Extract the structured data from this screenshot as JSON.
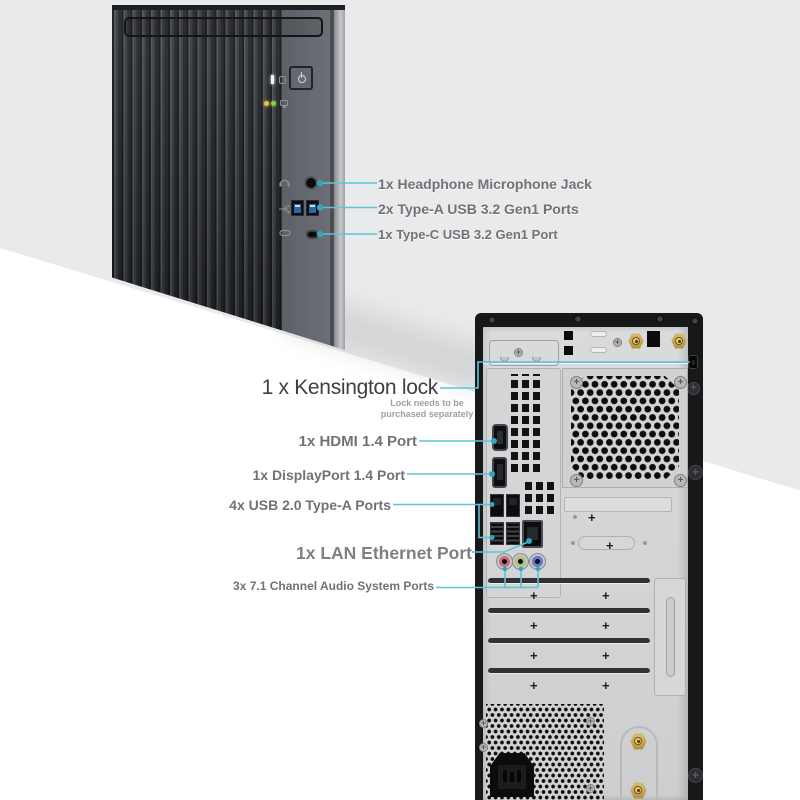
{
  "title": "Desktop tower front and rear ports diagram",
  "front_panel": {
    "annotations": {
      "headphone": "1x Headphone Microphone Jack",
      "usb_a": "2x Type-A USB 3.2 Gen1 Ports",
      "usb_c": "1x Type-C USB 3.2 Gen1 Port"
    }
  },
  "rear_panel": {
    "annotations": {
      "kensington": "1 x Kensington lock",
      "kensington_note": "Lock needs to be purchased separately",
      "hdmi": "1x HDMI 1.4 Port",
      "displayport": "1x DisplayPort 1.4 Port",
      "usb20": "4x USB 2.0 Type-A Ports",
      "lan": "1x LAN Ethernet Port",
      "audio": "3x 7.1 Channel Audio System Ports"
    }
  },
  "icons": {
    "power-icon": "circle with bar glyph",
    "headphone-icon": "headset arc glyph",
    "usb-icon": "usb trident glyph",
    "usb-c-icon": "oval pill glyph",
    "kensington-lock-slot-icon": "rounded slot",
    "network-led-icon": "monitor glyph",
    "hdd-led-icon": "drive glyph"
  },
  "colors": {
    "background": "#e9eaeb",
    "callout_line": "#5fc3d8",
    "callout_dot": "#2fa6c2",
    "label_text": "#707275",
    "audio_pink": "#c96a80",
    "audio_green": "#b3c274",
    "audio_blue": "#6079c9",
    "antenna_gold": "#c9a84e"
  }
}
